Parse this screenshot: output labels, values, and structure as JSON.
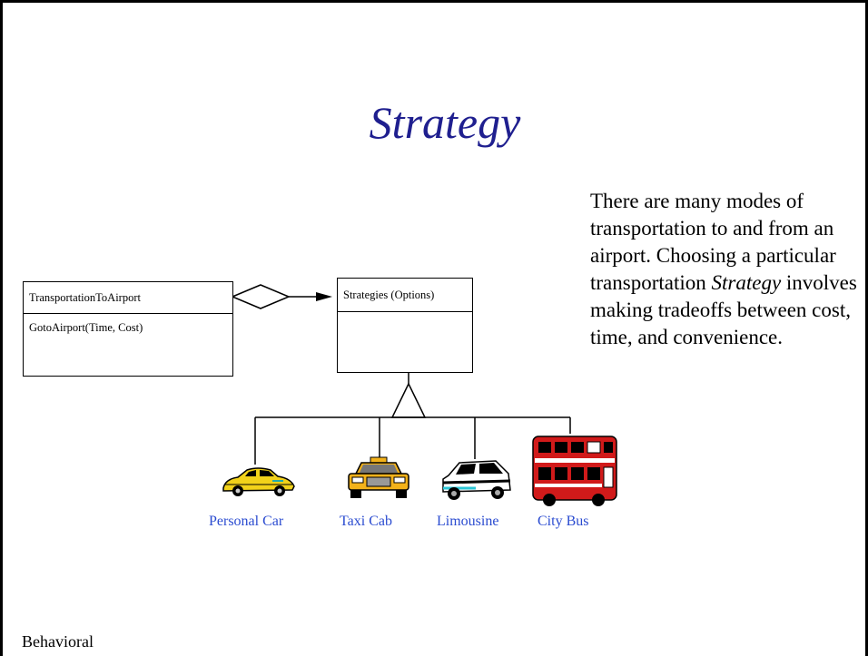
{
  "slide": {
    "title": "Strategy",
    "description_parts": {
      "p1": "There are many modes of transportation to and from an airport.  Choosing a particular transportation ",
      "p2": "Strategy",
      "p3": " involves making tradeoffs between cost, time, and convenience."
    },
    "footer": "Behavioral"
  },
  "diagram": {
    "context_class": {
      "name": "TransportationToAirport",
      "operation": "GotoAirport(Time, Cost)"
    },
    "strategy_class": {
      "name": "Strategies (Options)"
    },
    "concrete_strategies": [
      {
        "label": "Personal Car",
        "icon": "car-icon"
      },
      {
        "label": "Taxi Cab",
        "icon": "taxi-icon"
      },
      {
        "label": "Limousine",
        "icon": "limousine-icon"
      },
      {
        "label": "City Bus",
        "icon": "bus-icon"
      }
    ]
  },
  "colors": {
    "title": "#1f1f8f",
    "vehicle_label": "#2a4bd0"
  }
}
